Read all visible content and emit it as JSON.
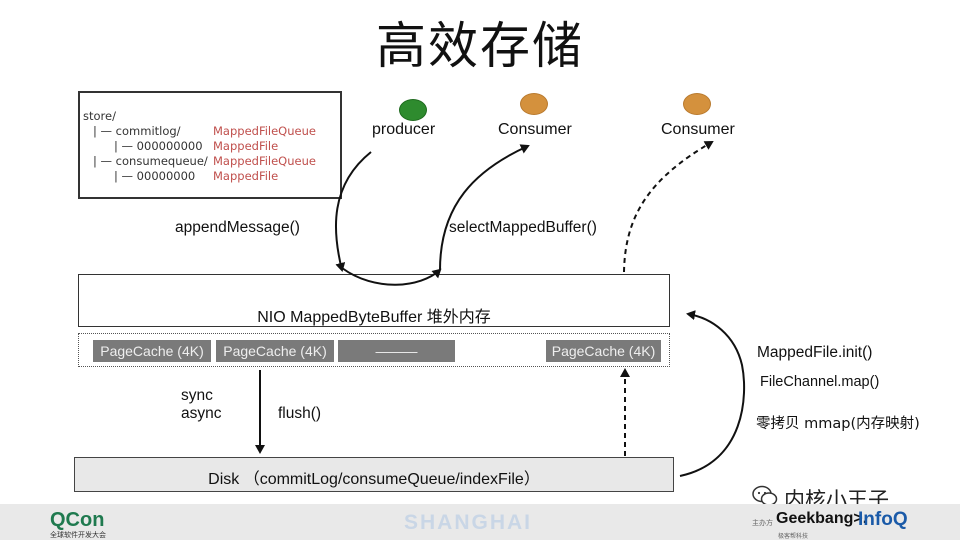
{
  "title": "高效存储",
  "store_tree": {
    "lines": [
      {
        "text": "store/",
        "type": ""
      },
      {
        "text": "| — commitlog/",
        "type": "MappedFileQueue"
      },
      {
        "text": "| — 000000000",
        "type": "MappedFile"
      },
      {
        "text": "| — consumequeue/",
        "type": "MappedFileQueue"
      },
      {
        "text": "| — 00000000",
        "type": "MappedFile"
      }
    ]
  },
  "actors": {
    "producer": "producer",
    "consumer1": "Consumer",
    "consumer2": "Consumer"
  },
  "functions": {
    "append": "appendMessage()",
    "select": "selectMappedBuffer()",
    "flush": "flush()",
    "sync": "sync",
    "async": "async",
    "mapped_init": "MappedFile.init()",
    "channel_map": "FileChannel.map()",
    "zero_copy": "零拷贝 mmap(内存映射)"
  },
  "nio_buffer": "NIO MappedByteBuffer  堆外内存",
  "page_cache": [
    "PageCache (4K)",
    "PageCache (4K)",
    "———",
    "PageCache (4K)"
  ],
  "disk": "Disk （commitLog/consumeQueue/indexFile）",
  "footer": {
    "qcon": "QCon",
    "qcon_sub": "全球软件开发大会",
    "city": "SHANGHAI",
    "host": "主办方",
    "geekbang": "Geekbang>.",
    "geekbang_sub": "极客帮科技",
    "infoq": "InfoQ"
  },
  "watermark": "内核小王子",
  "colors": {
    "producer_dot": "#2e8b2e",
    "consumer_dot": "#d4913d",
    "mapped_text": "#c0504d",
    "pagecache_fill": "#7a7a7a"
  }
}
